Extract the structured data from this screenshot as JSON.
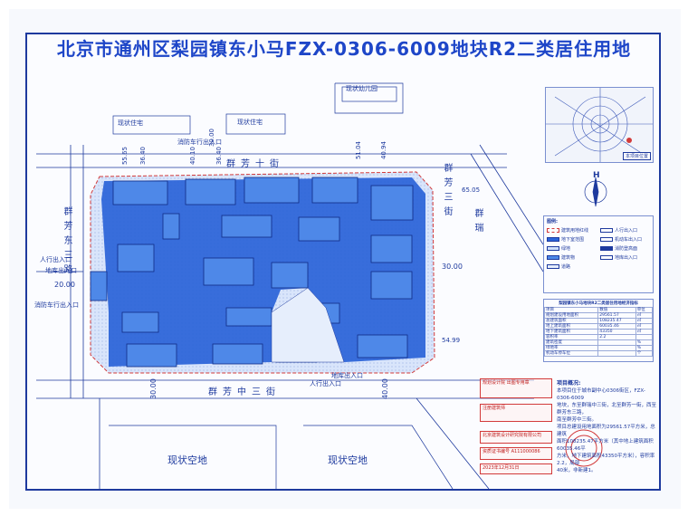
{
  "title": "北京市通州区梨园镇东小马FZX-0306-6009地块R2二类居住用地",
  "roads": {
    "north": "群芳十街",
    "south": "群芳中三街",
    "west": "群芳东三路",
    "east": "群芳三街",
    "east2": "群瑞"
  },
  "labels": {
    "fire_entry_n": "消防车行出入口",
    "fire_entry_w": "消防车行出入口",
    "person_entry_w": "人行出入口",
    "garage_entry_w": "地库出入口",
    "garage_entry_s": "地库出入口",
    "person_entry_s": "人行出入口",
    "kindergarten": "现状幼儿园",
    "status_building_1": "现状住宅",
    "status_building_2": "现状住宅",
    "location_map": "本项目位置",
    "compass": "H"
  },
  "dimensions": {
    "north_1": "55.65",
    "north_2": "36.40",
    "north_3": "40.10",
    "north_4": "36.40",
    "north_5": "30.00",
    "north_6": "51.04",
    "north_7": "40.94",
    "east_1": "65.05",
    "west_1": "20.00",
    "mid_1": "30.00",
    "south_1": "30.00",
    "south_2": "40.00",
    "south_3": "54.99"
  },
  "status_land": {
    "left": "现状空地",
    "right": "现状空地"
  },
  "legend": {
    "title": "图例:",
    "items": [
      "建筑用地红线",
      "地下室范围",
      "绿地",
      "建筑物",
      "道路",
      "人行出入口",
      "机动车出入口",
      "消防登高面",
      "地库出入口"
    ]
  },
  "econ": {
    "title": "梨园镇东小马地块R2二类居住用地经济指标",
    "rows": [
      [
        "项目",
        "数值",
        "单位"
      ],
      [
        "规划建设用地面积",
        "29561.57",
        "㎡"
      ],
      [
        "总建筑面积",
        "108235.47",
        "㎡"
      ],
      [
        "地上建筑面积",
        "60035.46",
        "㎡"
      ],
      [
        "地下建筑面积",
        "43350",
        "㎡"
      ],
      [
        "容积率",
        "2.2",
        ""
      ],
      [
        "建筑密度",
        "",
        "%"
      ],
      [
        "绿地率",
        "",
        "%"
      ],
      [
        "机动车停车位",
        "",
        "个"
      ]
    ]
  },
  "note": {
    "heading": "项目概况:",
    "lines": [
      "本项目位于城市副中心0306街区，FZX-0306-6009",
      "地块，东至群瑞中三街，北至群芳一街，西至群芳东三路，",
      "南至群芳中三街。",
      "项目总建设用地面积为29561.57平方米，总建筑",
      "面积108235.47平方米（其中地上建筑面积60035.46平",
      "方米，地下建筑面积43350平方米），容积率2.2，局部",
      "40米，非新建1。"
    ]
  },
  "stamps": {
    "s1": "规划设计院 出图专用章",
    "s2": "注册建筑师",
    "s3": "北京建筑设计研究院有限公司",
    "s4": "资质证书编号 A111000086",
    "s5": "2023年12月31日"
  },
  "colors": {
    "primary": "#1e3a9e",
    "building": "#3d7be0",
    "basement": "#1f5ad6",
    "site_bg": "#cfe0fb",
    "stamp": "#d23a3a"
  }
}
